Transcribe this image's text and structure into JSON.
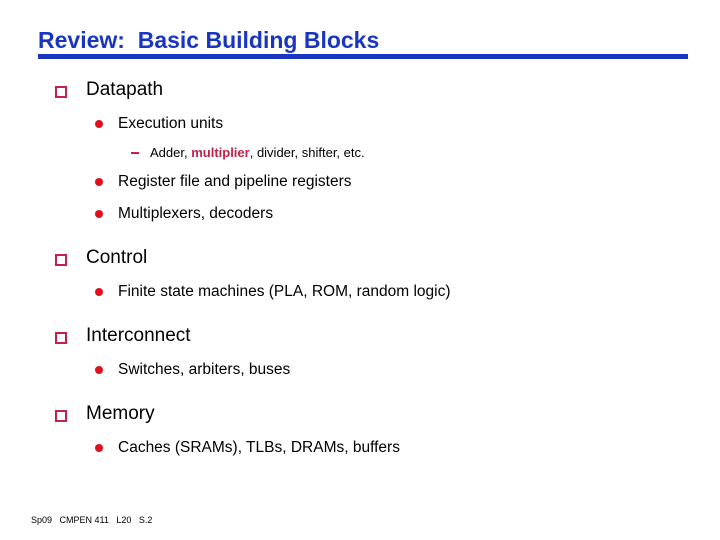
{
  "slide": {
    "title": "Review:  Basic Building Blocks",
    "title_color": "#1a36c0",
    "rule_color": "#1a36c0",
    "text_color": "#000000",
    "square_bullet_color": "#c0224c",
    "dot_bullet_color": "#e01020",
    "highlight_color": "#c0224c",
    "background": "#ffffff"
  },
  "content": {
    "sections": [
      {
        "heading": "Datapath",
        "sub": [
          {
            "text": "Execution units",
            "items": [
              {
                "prefix": "Adder, ",
                "highlight": "multiplier",
                "suffix": ", divider, shifter, etc."
              }
            ]
          },
          {
            "text": "Register file and pipeline registers",
            "items": []
          },
          {
            "text": "Multiplexers, decoders",
            "items": []
          }
        ]
      },
      {
        "heading": "Control",
        "sub": [
          {
            "text": "Finite state machines (PLA, ROM, random logic)",
            "items": []
          }
        ]
      },
      {
        "heading": "Interconnect",
        "sub": [
          {
            "text": "Switches, arbiters, buses",
            "items": []
          }
        ]
      },
      {
        "heading": "Memory",
        "sub": [
          {
            "text": "Caches (SRAMs), TLBs, DRAMs, buffers",
            "items": []
          }
        ]
      }
    ]
  },
  "footer": {
    "text": "Sp09   CMPEN 411   L20   S.2"
  }
}
